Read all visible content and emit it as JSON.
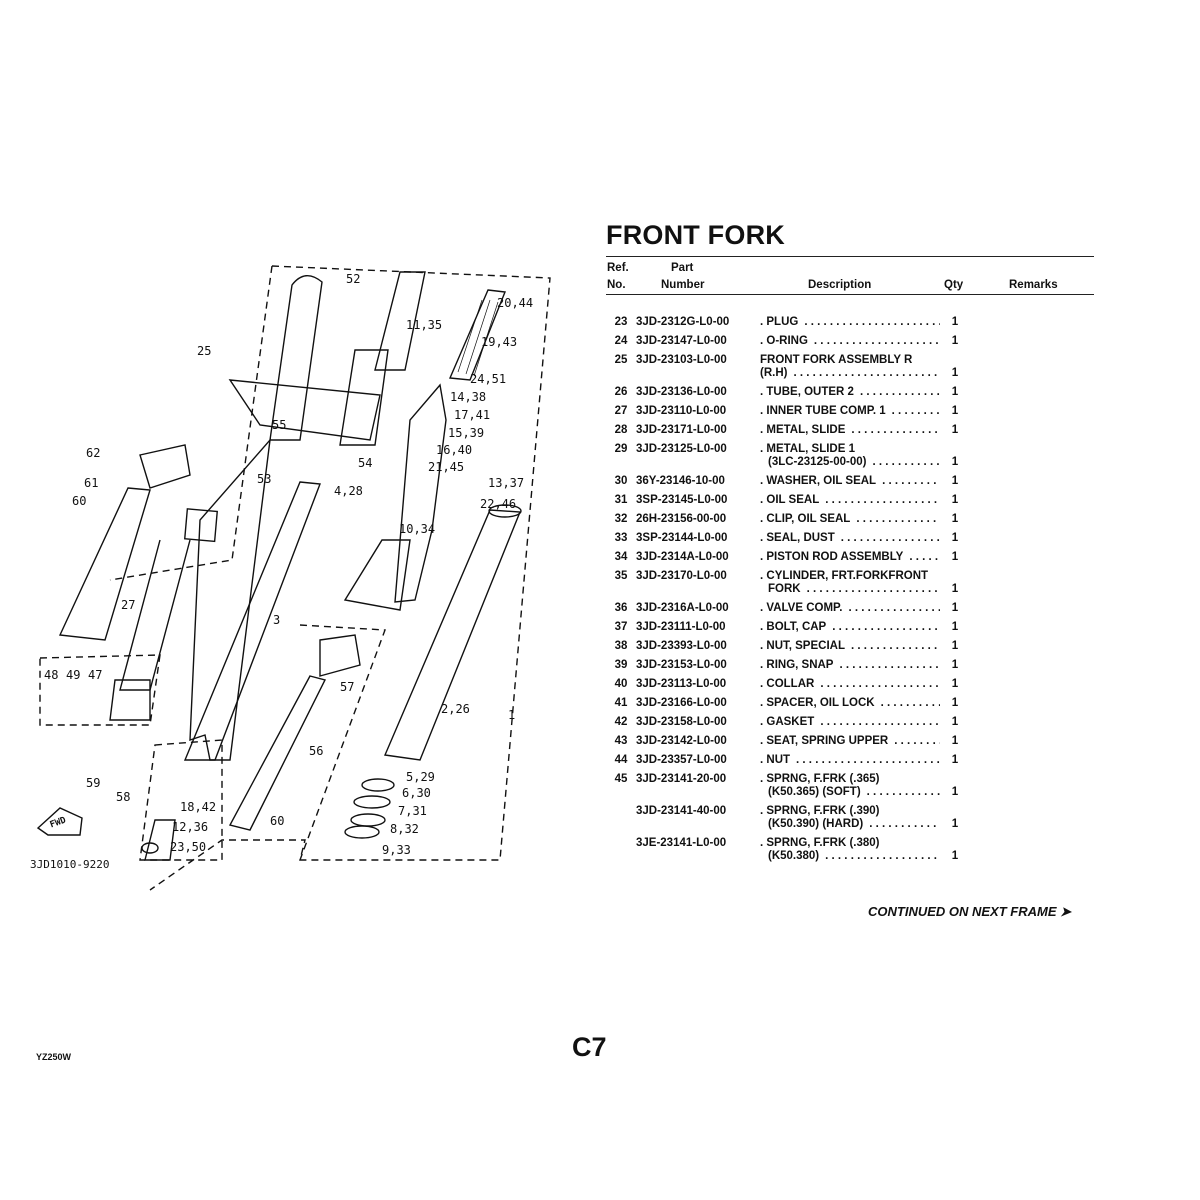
{
  "title": "FRONT FORK",
  "headers": {
    "ref_1": "Ref.",
    "ref_2": "No.",
    "part_1": "Part",
    "part_2": "Number",
    "description": "Description",
    "qty": "Qty",
    "remarks": "Remarks"
  },
  "rows": [
    {
      "ref": "23",
      "part": "3JD-2312G-L0-00",
      "desc": [
        ". PLUG"
      ],
      "qty": "1"
    },
    {
      "ref": "24",
      "part": "3JD-23147-L0-00",
      "desc": [
        ". O-RING"
      ],
      "qty": "1"
    },
    {
      "ref": "25",
      "part": "3JD-23103-L0-00",
      "desc": [
        "FRONT FORK ASSEMBLY R",
        "(R.H)"
      ],
      "qty": "1"
    },
    {
      "ref": "26",
      "part": "3JD-23136-L0-00",
      "desc": [
        ". TUBE, OUTER 2"
      ],
      "qty": "1"
    },
    {
      "ref": "27",
      "part": "3JD-23110-L0-00",
      "desc": [
        ". INNER TUBE COMP. 1"
      ],
      "qty": "1"
    },
    {
      "ref": "28",
      "part": "3JD-23171-L0-00",
      "desc": [
        ". METAL, SLIDE"
      ],
      "qty": "1"
    },
    {
      "ref": "29",
      "part": "3JD-23125-L0-00",
      "desc": [
        ". METAL, SLIDE 1",
        "(3LC-23125-00-00)"
      ],
      "qty": "1"
    },
    {
      "ref": "30",
      "part": "36Y-23146-10-00",
      "desc": [
        ". WASHER, OIL SEAL"
      ],
      "qty": "1"
    },
    {
      "ref": "31",
      "part": "3SP-23145-L0-00",
      "desc": [
        ". OIL SEAL"
      ],
      "qty": "1"
    },
    {
      "ref": "32",
      "part": "26H-23156-00-00",
      "desc": [
        ". CLIP, OIL SEAL"
      ],
      "qty": "1"
    },
    {
      "ref": "33",
      "part": "3SP-23144-L0-00",
      "desc": [
        ". SEAL, DUST"
      ],
      "qty": "1"
    },
    {
      "ref": "34",
      "part": "3JD-2314A-L0-00",
      "desc": [
        ". PISTON ROD ASSEMBLY"
      ],
      "qty": "1"
    },
    {
      "ref": "35",
      "part": "3JD-23170-L0-00",
      "desc": [
        ". CYLINDER, FRT.FORKFRONT",
        "FORK"
      ],
      "qty": "1"
    },
    {
      "ref": "36",
      "part": "3JD-2316A-L0-00",
      "desc": [
        ". VALVE COMP."
      ],
      "qty": "1"
    },
    {
      "ref": "37",
      "part": "3JD-23111-L0-00",
      "desc": [
        ". BOLT, CAP"
      ],
      "qty": "1"
    },
    {
      "ref": "38",
      "part": "3JD-23393-L0-00",
      "desc": [
        ". NUT, SPECIAL"
      ],
      "qty": "1"
    },
    {
      "ref": "39",
      "part": "3JD-23153-L0-00",
      "desc": [
        ". RING, SNAP"
      ],
      "qty": "1"
    },
    {
      "ref": "40",
      "part": "3JD-23113-L0-00",
      "desc": [
        ". COLLAR"
      ],
      "qty": "1"
    },
    {
      "ref": "41",
      "part": "3JD-23166-L0-00",
      "desc": [
        ". SPACER, OIL LOCK"
      ],
      "qty": "1"
    },
    {
      "ref": "42",
      "part": "3JD-23158-L0-00",
      "desc": [
        ". GASKET"
      ],
      "qty": "1"
    },
    {
      "ref": "43",
      "part": "3JD-23142-L0-00",
      "desc": [
        ". SEAT, SPRING UPPER"
      ],
      "qty": "1"
    },
    {
      "ref": "44",
      "part": "3JD-23357-L0-00",
      "desc": [
        ". NUT"
      ],
      "qty": "1"
    },
    {
      "ref": "45",
      "part": "3JD-23141-20-00",
      "desc": [
        ". SPRNG, F.FRK (.365)",
        "(K50.365) (SOFT)"
      ],
      "qty": "1"
    },
    {
      "ref": "",
      "part": "3JD-23141-40-00",
      "desc": [
        ". SPRNG, F.FRK (.390)",
        "(K50.390) (HARD)"
      ],
      "qty": "1"
    },
    {
      "ref": "",
      "part": "3JE-23141-L0-00",
      "desc": [
        ". SPRNG, F.FRK (.380)",
        "(K50.380)"
      ],
      "qty": "1"
    }
  ],
  "continued": "CONTINUED ON NEXT FRAME ➤",
  "page_number": "C7",
  "model": "YZ250W",
  "diagram": {
    "callouts": [
      "52",
      "11,35",
      "20,44",
      "19,43",
      "25",
      "24,51",
      "14,38",
      "17,41",
      "15,39",
      "55",
      "16,40",
      "62",
      "21,45",
      "54",
      "53",
      "13,37",
      "4,28",
      "22,46",
      "61",
      "60",
      "10,34",
      "27",
      "3",
      "48",
      "49",
      "47",
      "57",
      "2,26",
      "1",
      "56",
      "5,29",
      "59",
      "58",
      "6,30",
      "18,42",
      "7,31",
      "12,36",
      "60",
      "8,32",
      "23,50",
      "9,33"
    ],
    "fwd_label": "FWD",
    "drawing_code": "3JD1010-9220"
  }
}
